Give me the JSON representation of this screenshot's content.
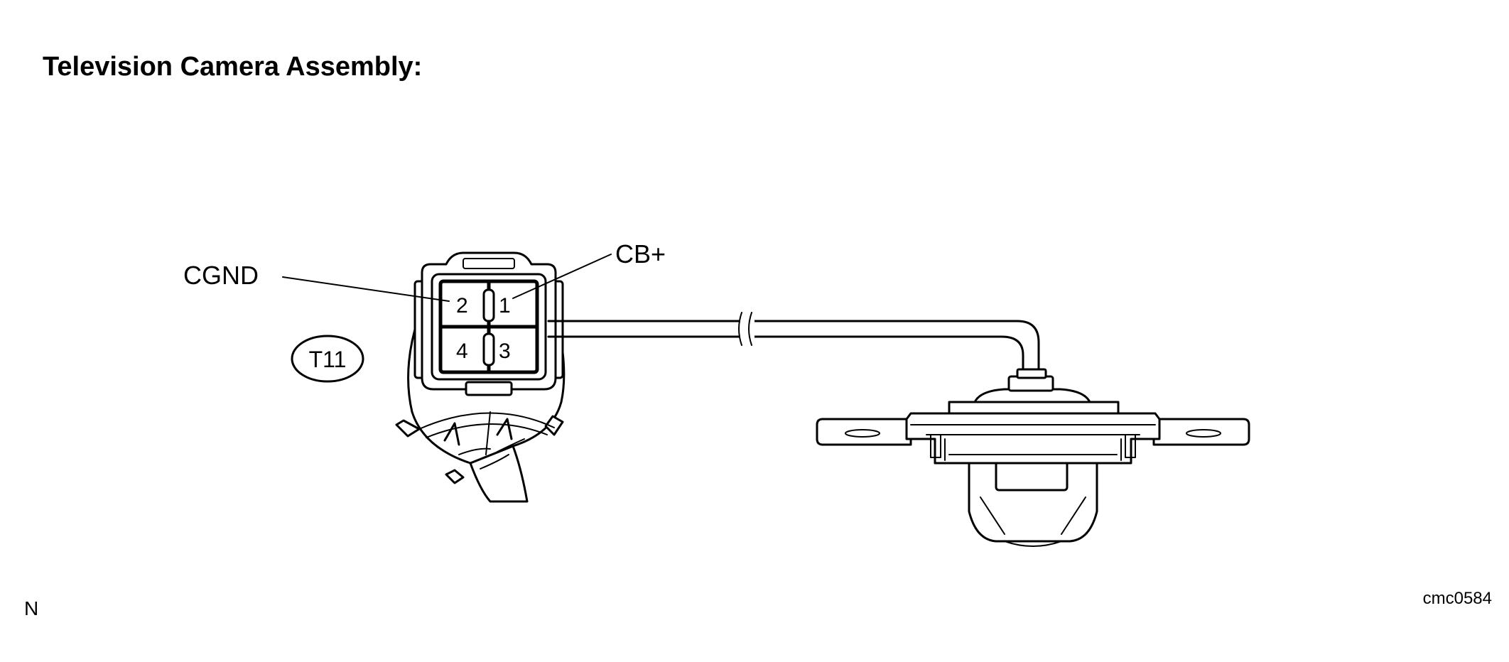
{
  "title": "Television Camera Assembly:",
  "connector": {
    "code": "T11",
    "labels": {
      "cgnd": "CGND",
      "cbplus": "CB+"
    },
    "pins": [
      "1",
      "2",
      "3",
      "4"
    ]
  },
  "footer": {
    "left_mark": "N",
    "figure_id": "cmc0584"
  }
}
